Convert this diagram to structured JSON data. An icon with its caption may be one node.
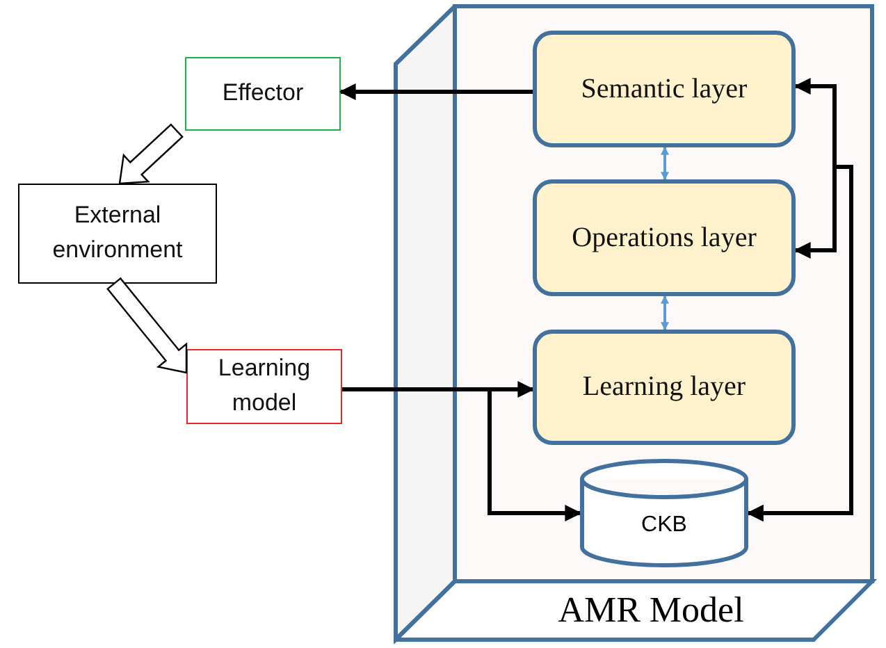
{
  "diagram": {
    "nodes": [
      {
        "text": [
          "Effector"
        ]
      },
      {
        "text": [
          "External environment"
        ]
      },
      {
        "text": [
          "Learning model"
        ]
      },
      {
        "text": [
          "AMR Model"
        ]
      },
      {
        "text": [
          "Semantic layer"
        ],
        "in": 3
      },
      {
        "text": [
          "Operations layer"
        ],
        "in": 3
      },
      {
        "text": [
          "Learning layer"
        ],
        "in": 3
      },
      {
        "text": [
          "CKB"
        ],
        "in": 3
      }
    ],
    "edges": [
      {
        "from": 4,
        "to": 0,
        "arrow": "to"
      },
      {
        "from": 0,
        "to": 1,
        "arrow": "to",
        "style": "thick"
      },
      {
        "from": 1,
        "to": 2,
        "arrow": "to",
        "style": "thick"
      },
      {
        "from": 2,
        "to": 6,
        "arrow": "to"
      },
      {
        "from": 2,
        "to": 7,
        "arrow": "to"
      },
      {
        "from": 4,
        "to": 5,
        "arrow": "both",
        "color": "#5b9bd5"
      },
      {
        "from": 5,
        "to": 6,
        "arrow": "both",
        "color": "#5b9bd5"
      },
      {
        "from": 7,
        "to": 4,
        "arrow": "both"
      },
      {
        "from": 7,
        "to": 5,
        "arrow": "both"
      }
    ]
  }
}
